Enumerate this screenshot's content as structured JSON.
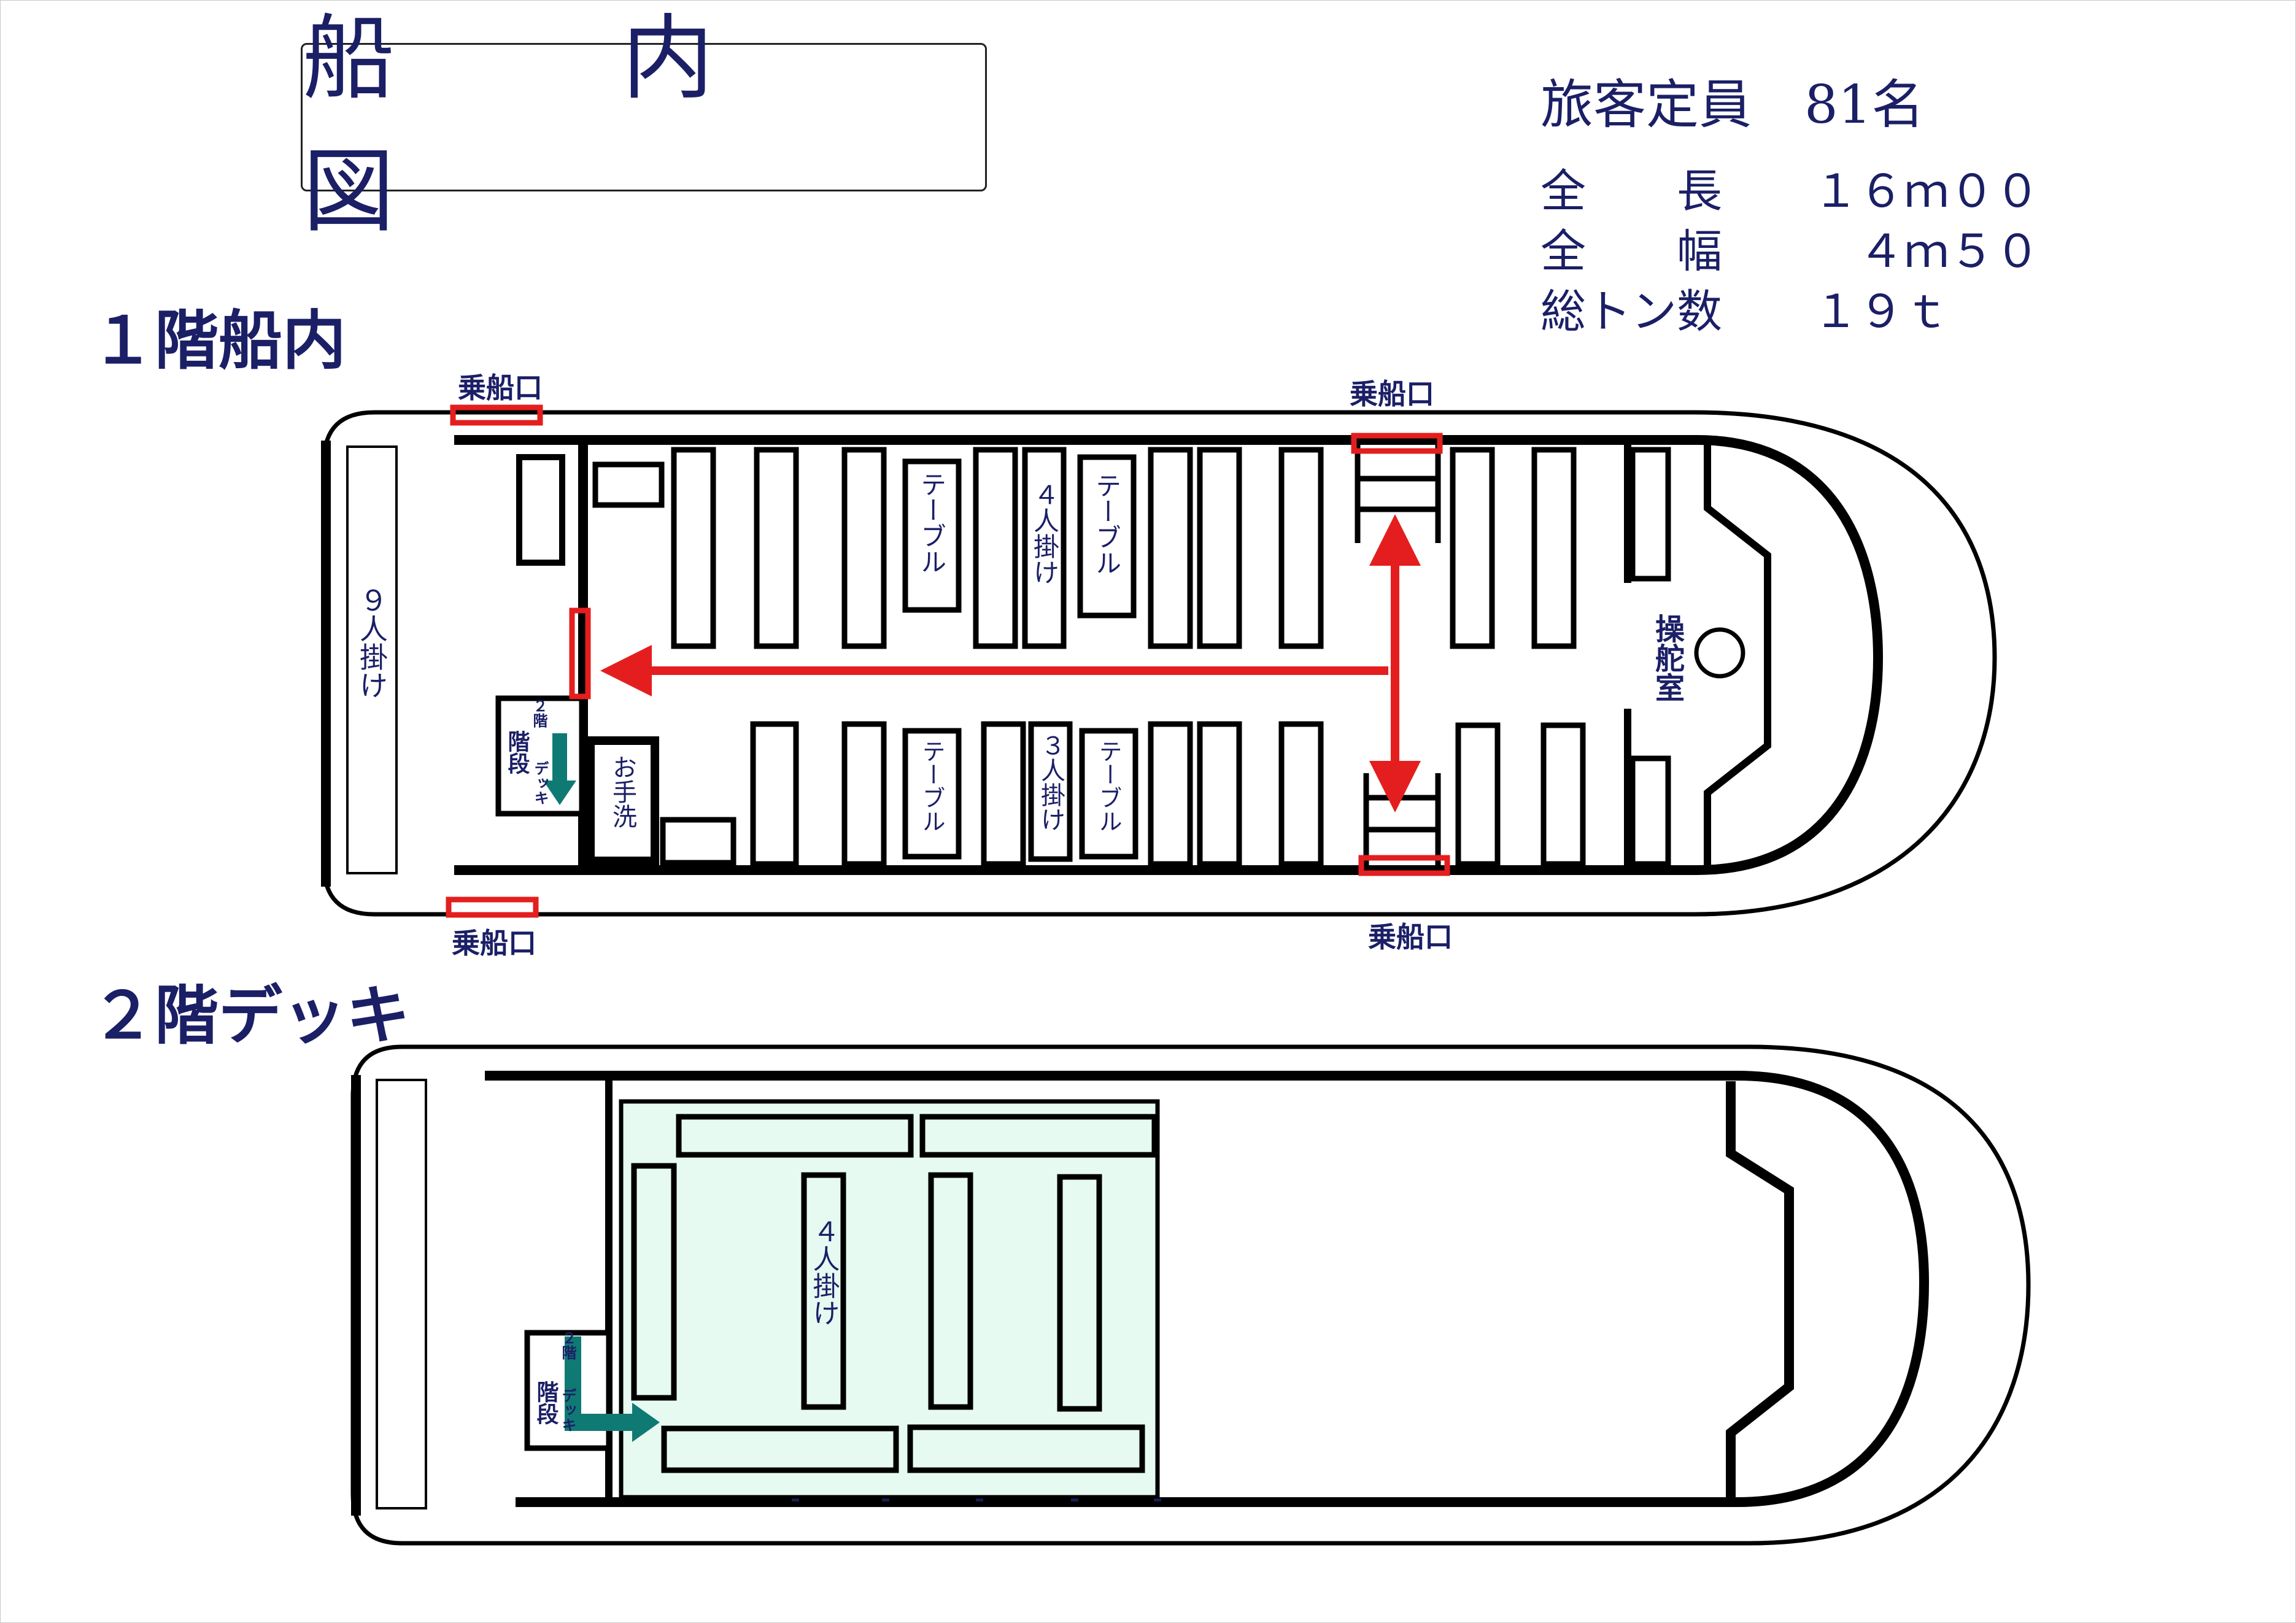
{
  "title": "船　内　図",
  "specs": {
    "capacity": "旅客定員　81名",
    "length": "全　　長　　１６ｍ００",
    "width": "全　　幅　　　４ｍ５０",
    "tonnage": "総トン数　　１９ｔ"
  },
  "floor1": {
    "heading": "１階船内",
    "boarding_top_left": "乗船口",
    "boarding_top_right": "乗船口",
    "boarding_bottom_left": "乗船口",
    "boarding_bottom_right": "乗船口",
    "bench_9": "９人掛け",
    "table_a": "テーブル",
    "table_b": "テーブル",
    "table_c": "テーブル",
    "table_d": "テーブル",
    "bench_4": "４人掛け",
    "bench_3": "３人掛け",
    "toilet": "お手洗",
    "stairs_label": "階段",
    "stairs_floor": "２階",
    "stairs_deck": "デッキ",
    "wheelhouse": "操舵室"
  },
  "floor2": {
    "heading": "２階デッキ",
    "bench_4": "４人掛け",
    "stairs_label": "階段",
    "stairs_floor": "２階",
    "stairs_deck": "デッキ"
  },
  "colors": {
    "navy": "#1b1f66",
    "boarding_marker": "#e41e1e",
    "route_arrow": "#e41e1e",
    "stairs_arrow": "#0f7a73",
    "deck_area": "#e6faf1"
  }
}
